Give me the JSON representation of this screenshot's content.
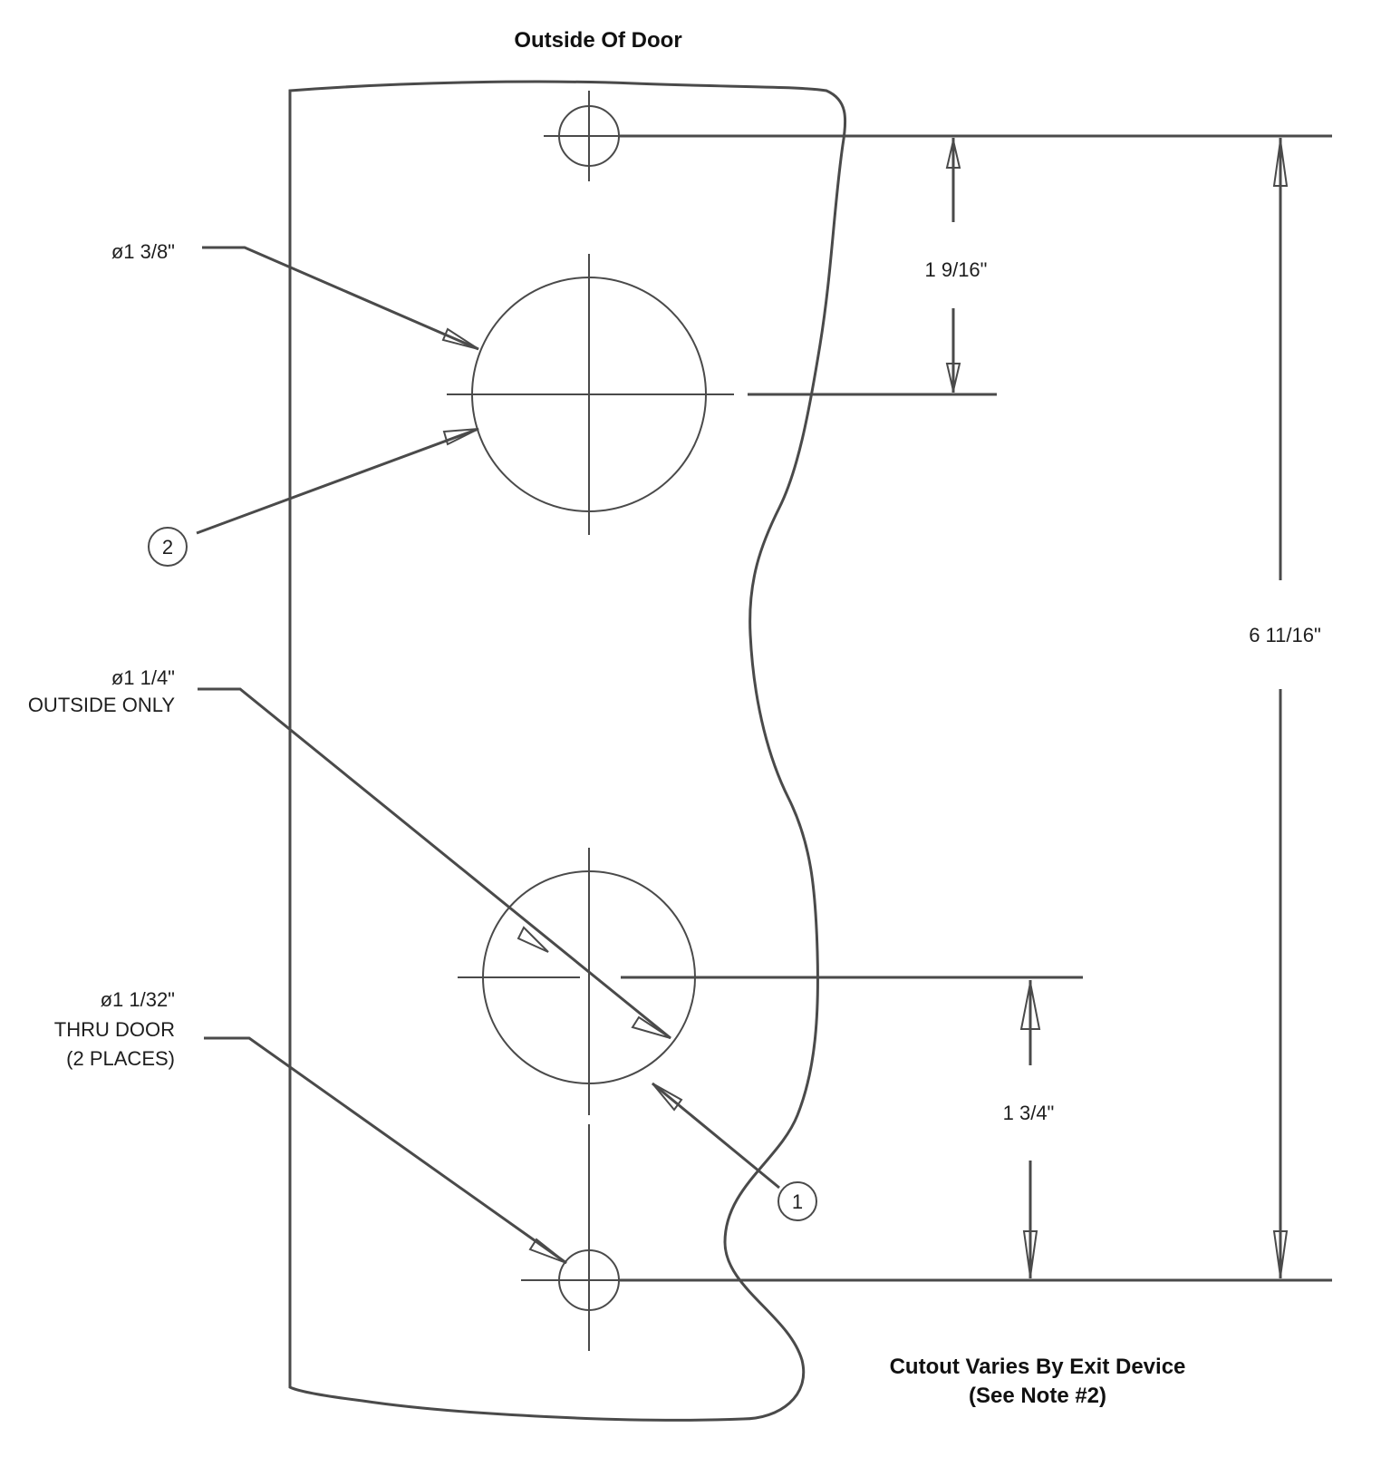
{
  "title": "Outside Of Door",
  "footer": {
    "line1": "Cutout Varies By Exit Device",
    "line2": "(See Note #2)"
  },
  "labels": {
    "hole_top_dia": "ø1 3/8\"",
    "hole_bottom_dia": "ø1 1/4\"",
    "hole_bottom_note": "OUTSIDE ONLY",
    "small_hole_dia": "ø1 1/32\"",
    "small_hole_note1": "THRU DOOR",
    "small_hole_note2": "(2 PLACES)"
  },
  "dimensions": {
    "top_spacing": "1  9/16\"",
    "overall": "6  11/16\"",
    "bottom_spacing": "1  3/4\""
  },
  "callouts": {
    "one": "1",
    "two": "2"
  },
  "colors": {
    "line": "#4a4a4a",
    "text": "#1e1e1e"
  }
}
